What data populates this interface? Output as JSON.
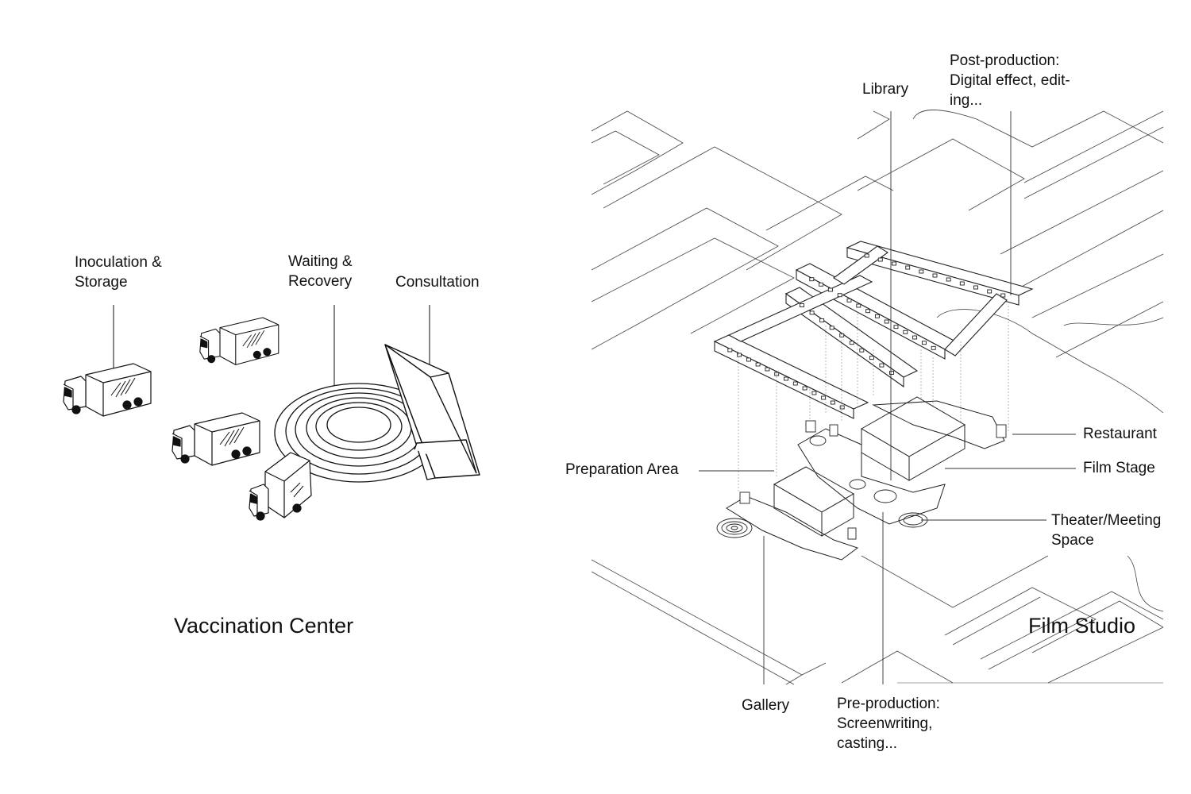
{
  "vaccination": {
    "title": "Vaccination Center",
    "labels": {
      "inoculation": "Inoculation &\nStorage",
      "waiting": "Waiting &\nRecovery",
      "consultation": "Consultation"
    }
  },
  "film": {
    "title": "Film Studio",
    "labels": {
      "library": "Library",
      "postproduction": "Post-production:\nDigital effect, edit-\ning...",
      "restaurant": "Restaurant",
      "film_stage": "Film Stage",
      "theater": "Theater/Meeting\nSpace",
      "preparation": "Preparation Area",
      "gallery": "Gallery",
      "preproduction": "Pre-production:\nScreenwriting,\ncasting..."
    }
  }
}
